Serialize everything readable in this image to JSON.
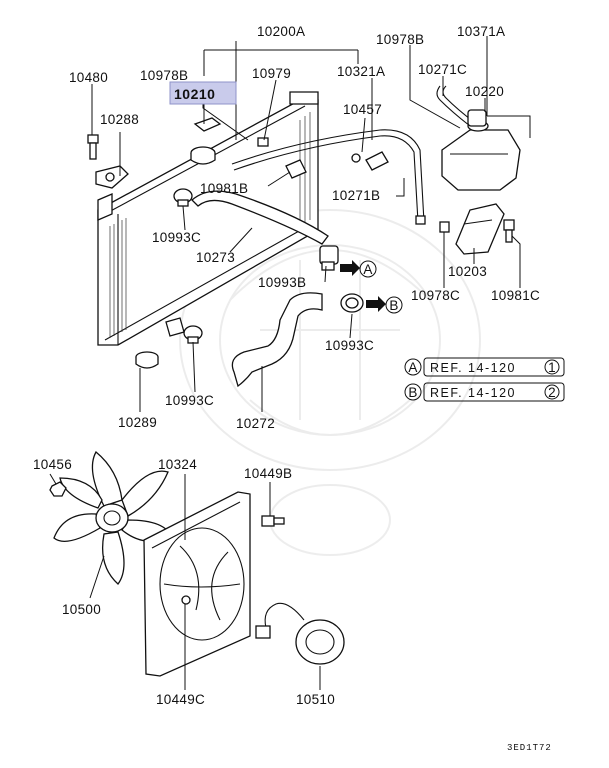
{
  "highlight_color": "#c9cbeb",
  "labels": {
    "p10200A": "10200A",
    "p10978B_top": "10978B",
    "p10371A": "10371A",
    "p10480": "10480",
    "p10978B_left": "10978B",
    "p10979": "10979",
    "p10321A": "10321A",
    "p10271C": "10271C",
    "p10210": "10210",
    "p10220": "10220",
    "p10288": "10288",
    "p10457": "10457",
    "p10981B": "10981B",
    "p10271B": "10271B",
    "p10993C_a": "10993C",
    "p10273": "10273",
    "p10993B": "10993B",
    "p10203": "10203",
    "p10978C": "10978C",
    "p10981C": "10981C",
    "p10993C_b": "10993C",
    "p10289": "10289",
    "p10993C_c": "10993C",
    "p10272": "10272",
    "p10456": "10456",
    "p10324": "10324",
    "p10449B": "10449B",
    "p10500": "10500",
    "p10449C": "10449C",
    "p10510": "10510"
  },
  "refs": {
    "a_letter": "A",
    "b_letter": "B",
    "a_text": "REF. 14-120",
    "a_num": "1",
    "b_text": "REF. 14-120",
    "b_num": "2"
  },
  "diagram_code": "3ED1T72"
}
